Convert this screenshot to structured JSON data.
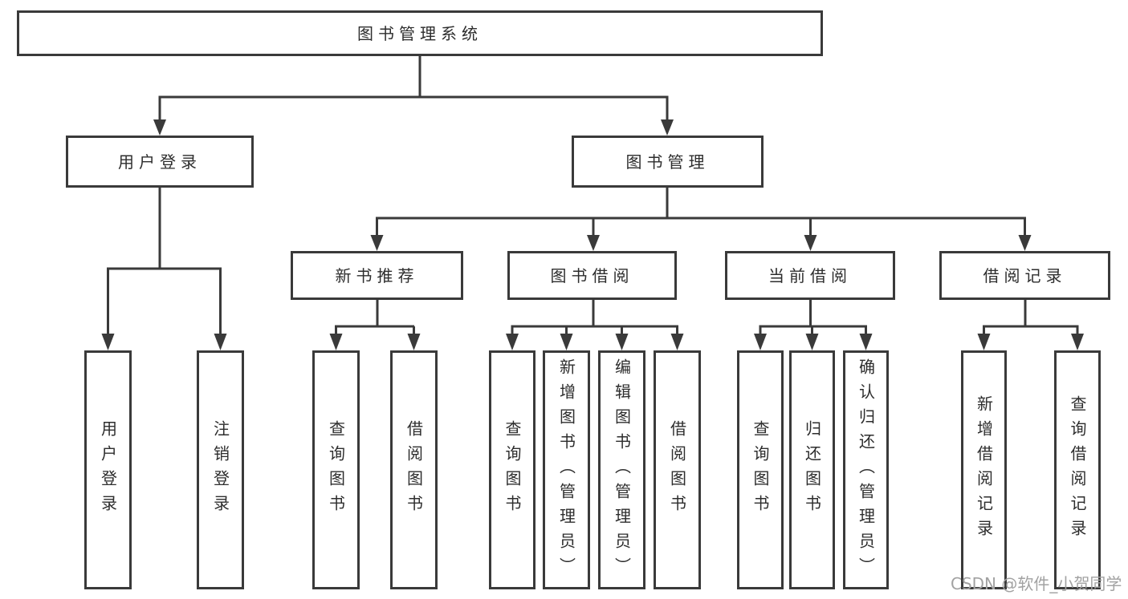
{
  "diagram": {
    "root": {
      "label": "图书管理系统"
    },
    "level2": [
      {
        "label": "用户登录"
      },
      {
        "label": "图书管理"
      }
    ],
    "level3": [
      {
        "label": "新书推荐"
      },
      {
        "label": "图书借阅"
      },
      {
        "label": "当前借阅"
      },
      {
        "label": "借阅记录"
      }
    ],
    "leaves": [
      {
        "label": "用户登录"
      },
      {
        "label": "注销登录"
      },
      {
        "label": "查询图书"
      },
      {
        "label": "借阅图书"
      },
      {
        "label": "查询图书"
      },
      {
        "label": "新增图书（管理员）"
      },
      {
        "label": "编辑图书（管理员）"
      },
      {
        "label": "借阅图书"
      },
      {
        "label": "查询图书"
      },
      {
        "label": "归还图书"
      },
      {
        "label": "确认归还（管理员）"
      },
      {
        "label": "新增借阅记录"
      },
      {
        "label": "查询借阅记录"
      }
    ]
  },
  "watermark": {
    "text": "CSDN @软件_小贺同学"
  },
  "colors": {
    "line": "#3a3a3a",
    "box_border": "#3a3a3a",
    "text": "#2d2d2d",
    "background": "#ffffff",
    "watermark": "#a2a2a2"
  }
}
